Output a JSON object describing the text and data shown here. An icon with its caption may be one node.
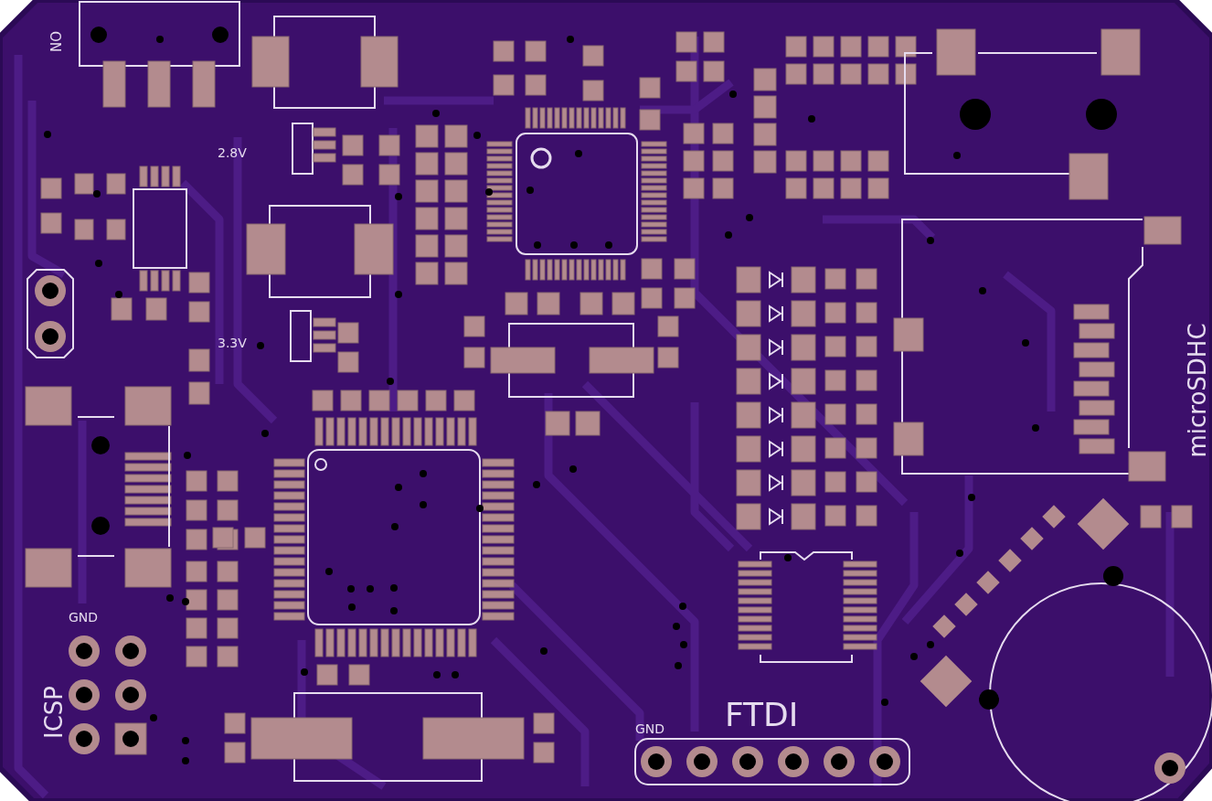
{
  "diagram": {
    "labels": [
      "ON",
      "2.8V",
      "3.3V",
      "GND",
      "ICSP",
      "GND",
      "FTDI",
      "microSDHC"
    ]
  }
}
